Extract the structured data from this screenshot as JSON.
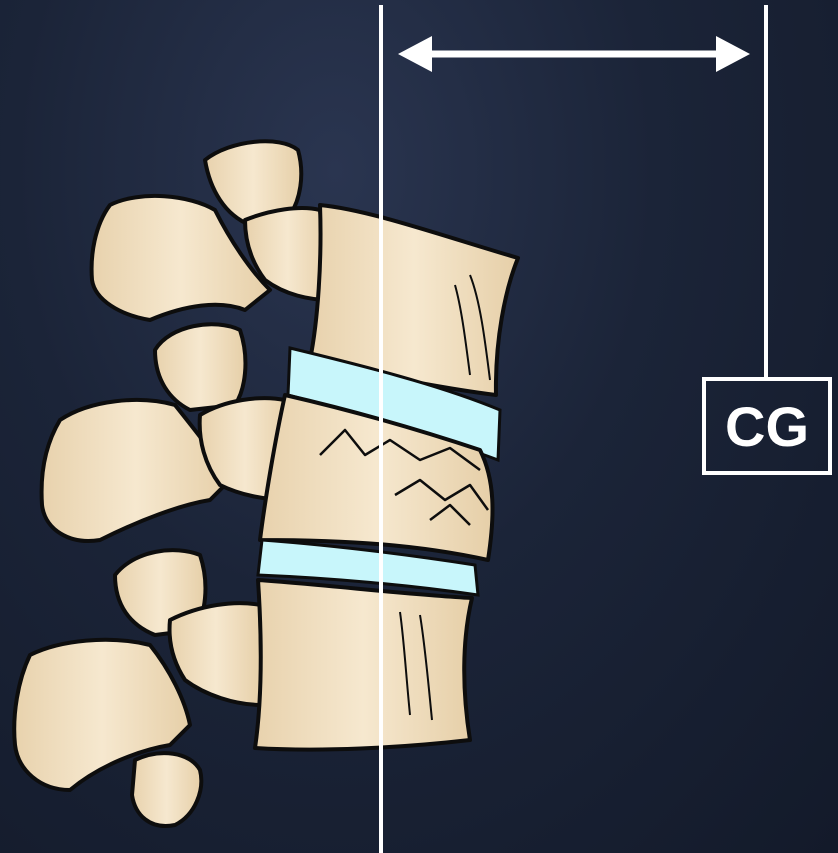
{
  "diagram": {
    "label": "CG",
    "colors": {
      "background": "#1b2438",
      "bone_fill": "#f3e3c6",
      "bone_shade": "#e0c8a0",
      "bone_outline": "#0d0d0d",
      "disc_fill": "#c8f6fb",
      "line_color": "#ffffff"
    },
    "elements": [
      "upper-vertebra",
      "fractured-middle-vertebra",
      "lower-vertebra",
      "upper-disc",
      "lower-disc",
      "vertical-reference-line",
      "cg-plumb-line",
      "moment-arm-arrow"
    ]
  }
}
